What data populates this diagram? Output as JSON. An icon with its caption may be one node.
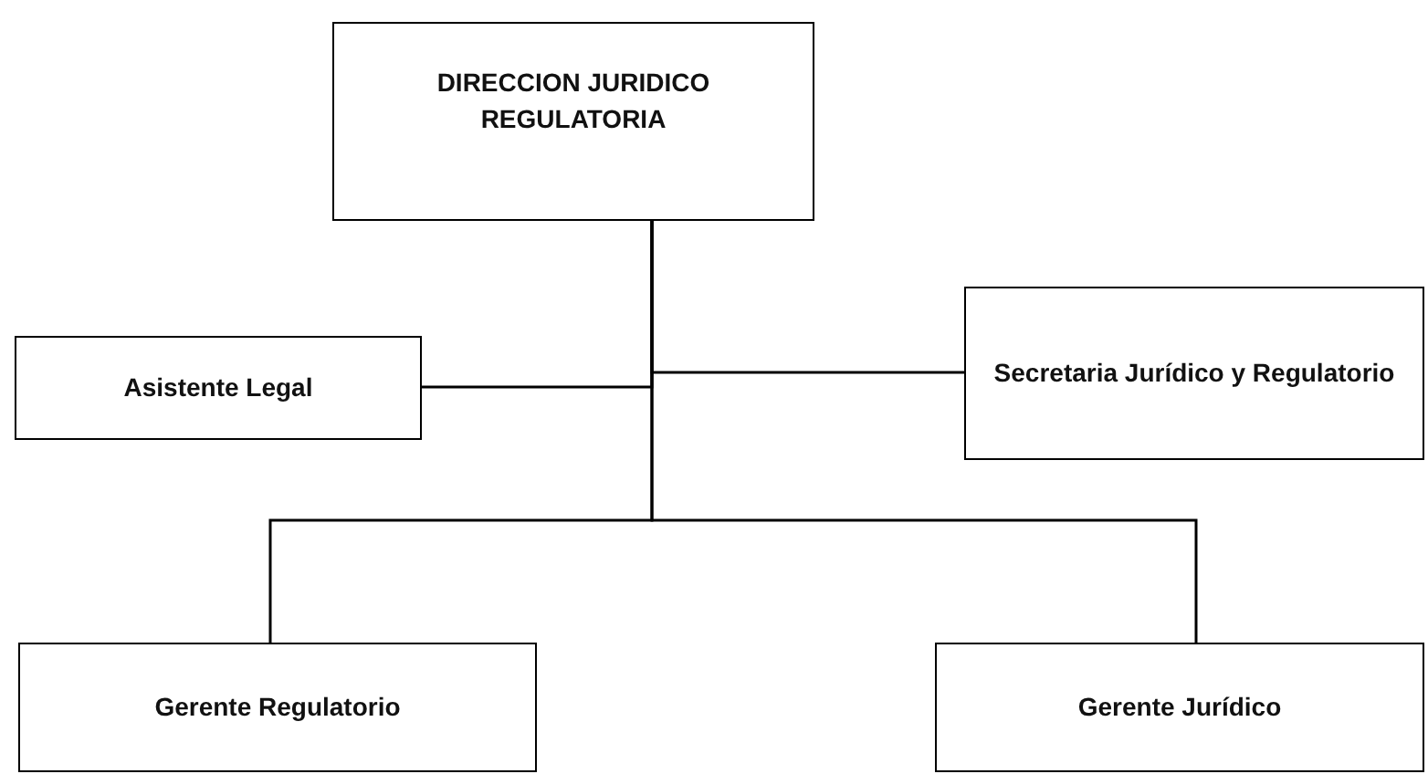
{
  "diagram": {
    "nodes": [
      {
        "text": [
          "DIRECCION JURIDICO REGULATORIA"
        ]
      },
      {
        "text": [
          "Asistente Legal"
        ]
      },
      {
        "text": [
          "Secretaria Jurídico y Regulatorio"
        ]
      },
      {
        "text": [
          "Gerente Regulatorio"
        ]
      },
      {
        "text": [
          "Gerente Jurídico"
        ]
      }
    ],
    "edges": [
      {
        "from": 0,
        "to": 1,
        "arrow": "none"
      },
      {
        "from": 0,
        "to": 2,
        "arrow": "none"
      },
      {
        "from": 0,
        "to": 3,
        "arrow": "none"
      },
      {
        "from": 0,
        "to": 4,
        "arrow": "none"
      }
    ]
  }
}
